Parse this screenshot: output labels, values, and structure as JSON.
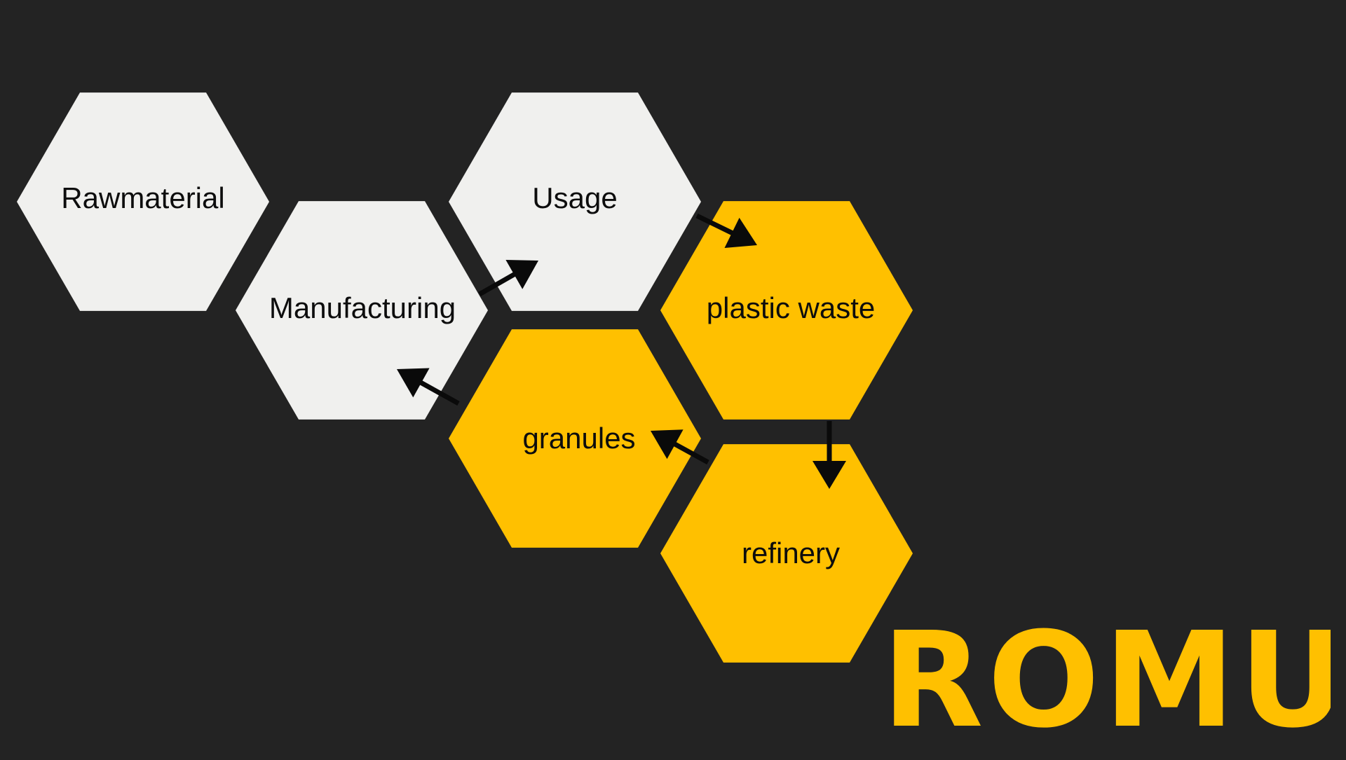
{
  "colors": {
    "background": "#232323",
    "light_hex": "#f0f0ee",
    "accent_hex": "#ffc000",
    "text": "#0d0d0d",
    "arrow": "#0a0a0a",
    "brand": "#ffc000"
  },
  "diagram": {
    "nodes": [
      {
        "id": "rawmaterial",
        "label": "Rawmaterial",
        "tone": "light"
      },
      {
        "id": "manufacturing",
        "label": "Manufacturing",
        "tone": "light"
      },
      {
        "id": "usage",
        "label": "Usage",
        "tone": "light"
      },
      {
        "id": "plastic-waste",
        "label": "plastic waste",
        "tone": "accent"
      },
      {
        "id": "granules",
        "label": "granules",
        "tone": "accent"
      },
      {
        "id": "refinery",
        "label": "refinery",
        "tone": "accent"
      }
    ],
    "edges": [
      {
        "from": "manufacturing",
        "to": "usage"
      },
      {
        "from": "usage",
        "to": "plastic-waste"
      },
      {
        "from": "plastic-waste",
        "to": "refinery"
      },
      {
        "from": "refinery",
        "to": "granules"
      },
      {
        "from": "granules",
        "to": "manufacturing"
      }
    ]
  },
  "brand": {
    "name": "ROMU"
  }
}
